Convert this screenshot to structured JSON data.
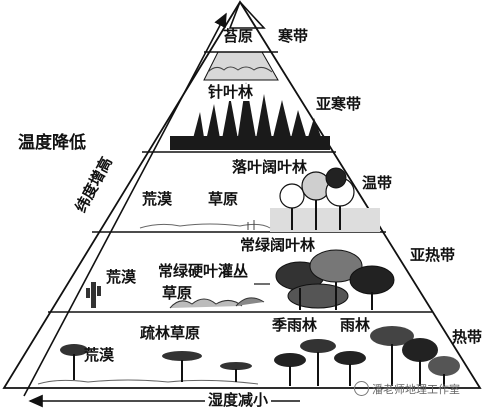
{
  "zones": {
    "cold": {
      "vegetation": "苔原",
      "zone": "寒带"
    },
    "subcold": {
      "vegetation": "针叶林",
      "zone": "亚寒带"
    },
    "temperate": {
      "vegetation_left": "荒漠",
      "vegetation_mid": "草原",
      "vegetation_right": "落叶阔叶林",
      "zone": "温带"
    },
    "subtropical": {
      "vegetation_left": "荒漠",
      "vegetation_mid_1": "常绿硬叶灌丛",
      "vegetation_mid_2": "草原",
      "vegetation_right": "常绿阔叶林",
      "zone": "亚热带"
    },
    "tropical": {
      "vegetation_left": "荒漠",
      "vegetation_mid": "疏林草原",
      "vegetation_right_1": "季雨林",
      "vegetation_right_2": "雨林",
      "zone": "热带"
    }
  },
  "axes": {
    "left_side_label": "纬度增高",
    "temperature_label": "温度降低",
    "bottom_label": "湿度减小"
  },
  "watermark": "潘老师地理工作室"
}
